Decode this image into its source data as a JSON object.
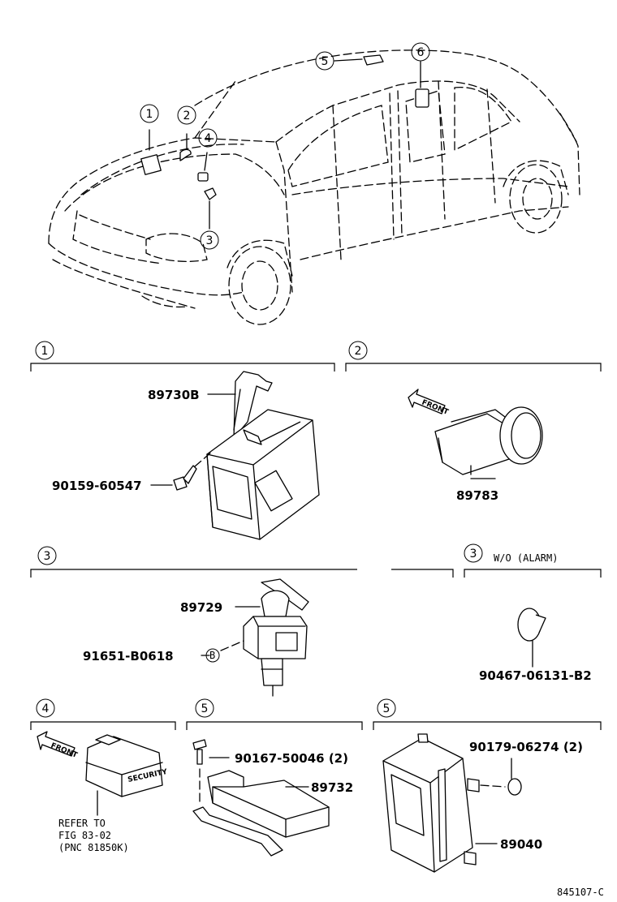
{
  "callouts": [
    "1",
    "2",
    "3",
    "4",
    "5",
    "6"
  ],
  "sections": {
    "s1": "1",
    "s2": "2",
    "s3a": "3",
    "s3b": "3",
    "s3b_note": "W/O  (ALARM)",
    "s4": "4",
    "s5a": "5",
    "s5b": "5"
  },
  "parts": {
    "p89730B": "89730B",
    "p90159": "90159-60547",
    "p89783": "89783",
    "p89729": "89729",
    "p91651": "91651-B0618",
    "bmark": "B",
    "p90467": "90467-06131-B2",
    "p90167": "90167-50046 (2)",
    "p89732": "89732",
    "p90179": "90179-06274 (2)",
    "p89040": "89040"
  },
  "labels": {
    "front1": "FRONT",
    "front2": "FRONT",
    "security": "SECURITY",
    "refer1": "REFER TO",
    "refer2": "FIG 83-02",
    "refer3": "(PNC 81850K)",
    "footer": "845107-C"
  }
}
